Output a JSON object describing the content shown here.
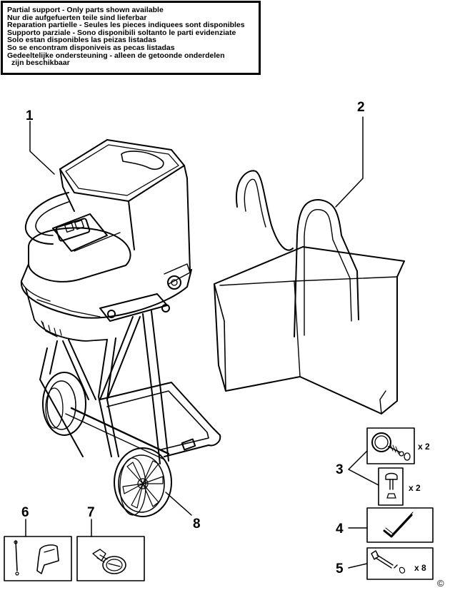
{
  "notice": {
    "lines": [
      "Partial support - Only parts shown available",
      "Nur die aufgefuerten teile sind lieferbar",
      "Reparation partielle - Seules les pieces indiquees sont disponibles",
      "Supporto parziale - Sono disponibili soltanto le parti evidenziate",
      "Solo estan disponibles las peizas listadas",
      "So se encontram disponiveis as pecas listadas",
      "Gedeeltelijke ondersteuning - alleen de getoonde onderdelen",
      "zijn beschikbaar"
    ]
  },
  "callouts": {
    "part1": "1",
    "part2": "2",
    "part3": "3",
    "part4": "4",
    "part5": "5",
    "part6": "6",
    "part7": "7",
    "part8": "8"
  },
  "quantities": {
    "part3_upper": "x 2",
    "part3_lower": "x 2",
    "part5": "x 8"
  },
  "copyright_symbol": "©"
}
